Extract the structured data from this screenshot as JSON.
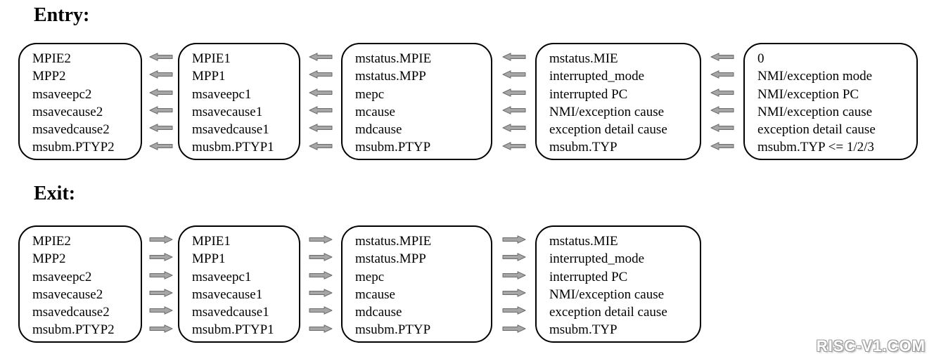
{
  "entry": {
    "heading": "Entry:",
    "boxes": [
      {
        "lines": [
          "MPIE2",
          "MPP2",
          "msaveepc2",
          "msavecause2",
          "msavedcause2",
          "msubm.PTYP2"
        ]
      },
      {
        "lines": [
          "MPIE1",
          "MPP1",
          "msaveepc1",
          "msavecause1",
          "msavedcause1",
          "musbm.PTYP1"
        ]
      },
      {
        "lines": [
          "mstatus.MPIE",
          "mstatus.MPP",
          "mepc",
          "mcause",
          "mdcause",
          "msubm.PTYP"
        ]
      },
      {
        "lines": [
          "mstatus.MIE",
          "interrupted_mode",
          "interrupted PC",
          "NMI/exception cause",
          "exception detail cause",
          "msubm.TYP"
        ]
      },
      {
        "lines": [
          "0",
          "NMI/exception mode",
          "NMI/exception PC",
          "NMI/exception cause",
          "exception detail cause",
          "msubm.TYP <= 1/2/3"
        ]
      }
    ],
    "arrow_direction": "left"
  },
  "exit": {
    "heading": "Exit:",
    "boxes": [
      {
        "lines": [
          "MPIE2",
          "MPP2",
          "msaveepc2",
          "msavecause2",
          "msavedcause2",
          "msubm.PTYP2"
        ]
      },
      {
        "lines": [
          "MPIE1",
          "MPP1",
          "msaveepc1",
          "msavecause1",
          "msavedcause1",
          "msubm.PTYP1"
        ]
      },
      {
        "lines": [
          "mstatus.MPIE",
          "mstatus.MPP",
          "mepc",
          "mcause",
          "mdcause",
          "msubm.PTYP"
        ]
      },
      {
        "lines": [
          "mstatus.MIE",
          "interrupted_mode",
          "interrupted PC",
          "NMI/exception cause",
          "exception detail cause",
          "msubm.TYP"
        ]
      }
    ],
    "arrow_direction": "right"
  },
  "watermark": "RISC-V1.COM",
  "colors": {
    "arrow_fill": "#a6a6a6",
    "arrow_stroke": "#6b6b6b",
    "box_border": "#000000"
  }
}
